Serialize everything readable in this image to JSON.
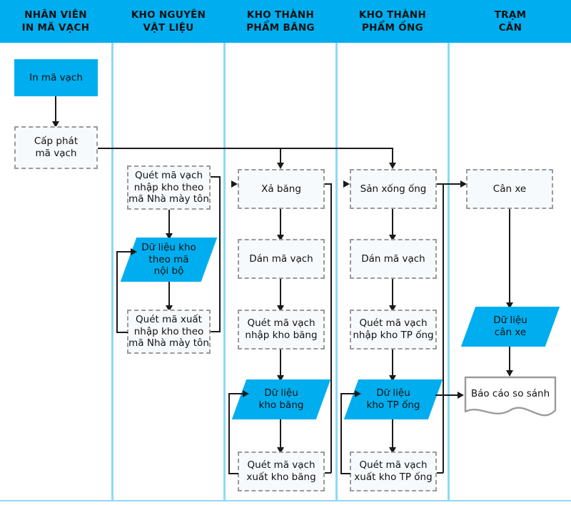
{
  "diagram": {
    "title": "Quy trinh kho ma vach",
    "accent_color": "#00AEEF",
    "lane_divider_color": "#8DD9F5",
    "node_border_color": "#9A9A9A",
    "connector_color": "#1A1A1A"
  },
  "lanes": [
    {
      "id": "lane-nhan-vien-in-ma-vach",
      "title": "NHÂN VIÊN\nIN MÃ VẠCH"
    },
    {
      "id": "lane-kho-nguyen-vat-lieu",
      "title": "KHO NGUYÊN\nVẬT LIỆU"
    },
    {
      "id": "lane-kho-thanh-pham-bang",
      "title": "KHO THÀNH\nPHẨM BĂNG"
    },
    {
      "id": "lane-kho-thanh-pham-ong",
      "title": "KHO THÀNH\nPHẨM ỐNG"
    },
    {
      "id": "lane-tram-can",
      "title": "TRẠM\nCÂN"
    }
  ],
  "nodes": {
    "in_ma_vach": "In mã vạch",
    "cap_phat_ma_vach": "Cấp phát\nmã vạch",
    "quet_ma_vach_nhap_kho_theo_ma_nha_may_ton": "Quét mã vạch\nnhập kho theo\nmã Nhà mày tôn",
    "du_lieu_kho_theo_ma_noi_bo": "Dữ liệu kho\ntheo mã\nnội bộ",
    "quet_ma_xuat_nhap_kho_theo_ma_nha_may_ton": "Quét mã xuất\nnhập kho theo\nmã Nhà mày tôn",
    "xa_bang": "Xả băng",
    "dan_ma_vach_bang": "Dán mã vạch",
    "quet_ma_vach_nhap_kho_bang": "Quét mã vạch\nnhập kho băng",
    "du_lieu_kho_bang": "Dữ liệu\nkho băng",
    "quet_ma_vach_xuat_kho_bang": "Quét mã vạch\nxuất kho băng",
    "san_xong_ong": "Sản xống ống",
    "dan_ma_vach_ong": "Dán mã vạch",
    "quet_ma_vach_nhap_kho_tp_ong": "Quét mã vạch\nnhập kho TP ống",
    "du_lieu_kho_tp_ong": "Dữ liệu\nkho TP ống",
    "quet_ma_vach_xuat_kho_tp_ong": "Quét mã vạch\nxuất kho TP ống",
    "can_xe": "Cân xe",
    "du_lieu_can_xe": "Dữ liệu\ncân xe",
    "bao_cao_so_sanh": "Báo cáo so sánh"
  }
}
